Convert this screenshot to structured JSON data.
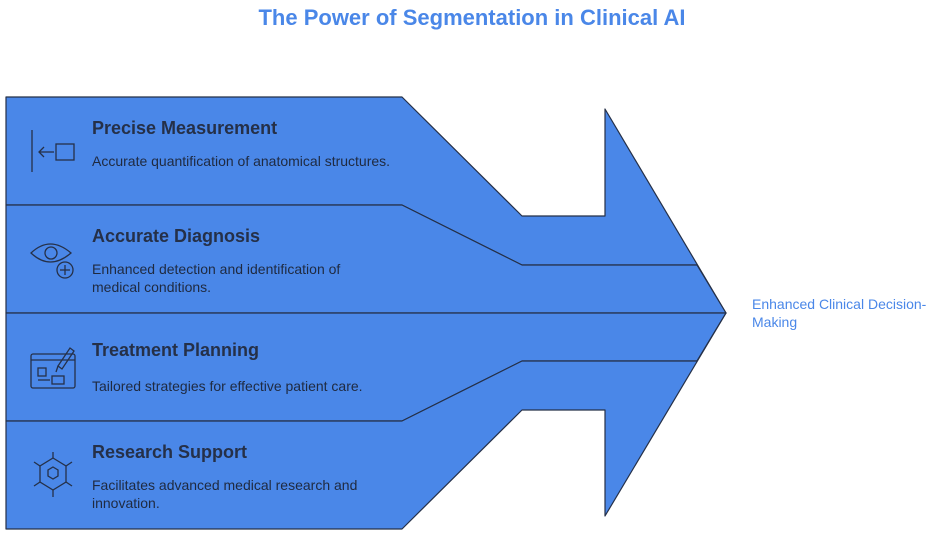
{
  "title": "The Power of Segmentation in Clinical AI",
  "colors": {
    "shape_fill": "#4a87e8",
    "shape_stroke": "#253048",
    "title": "#4a87e8",
    "outcome": "#4a87e8"
  },
  "items": [
    {
      "title": "Precise Measurement",
      "description": "Accurate quantification of anatomical structures.",
      "icon": "ruler-measure-icon"
    },
    {
      "title": "Accurate Diagnosis",
      "description": "Enhanced detection and identification of medical conditions.",
      "icon": "eye-plus-icon"
    },
    {
      "title": "Treatment Planning",
      "description": "Tailored strategies for effective patient care.",
      "icon": "clipboard-pen-icon"
    },
    {
      "title": "Research Support",
      "description": "Facilitates advanced medical research and innovation.",
      "icon": "molecule-hexagon-icon"
    }
  ],
  "outcome": "Enhanced Clinical Decision-Making"
}
